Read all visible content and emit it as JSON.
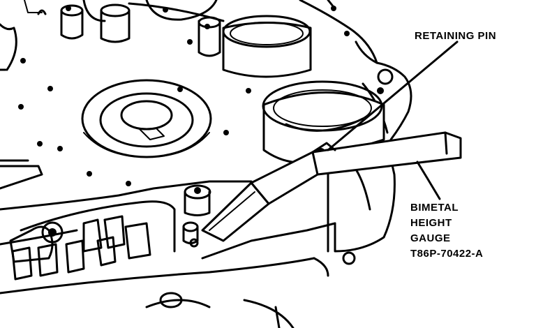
{
  "labels": {
    "retaining_pin": "RETAINING PIN",
    "gauge_line1": "BIMETAL",
    "gauge_line2": "HEIGHT",
    "gauge_line3": "GAUGE",
    "gauge_line4": "T86P-70422-A"
  },
  "colors": {
    "ink": "#000000",
    "paper": "#ffffff"
  }
}
